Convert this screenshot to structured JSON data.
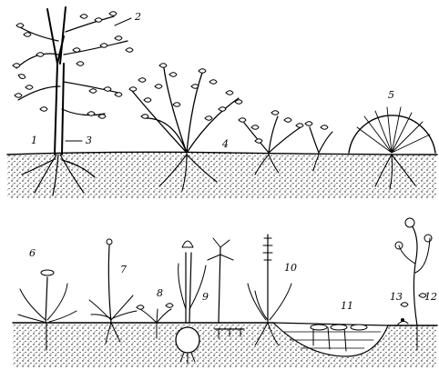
{
  "figure": {
    "labels": {
      "tree": "1",
      "tree_leader": "2",
      "tree_trunk_leader": "3",
      "shrub": "4",
      "cushion_plant": "5",
      "rosette_herb": "6",
      "tall_herb": "7",
      "small_herb": "8",
      "rhizome_herb": "9",
      "spike_herb": "10",
      "water_plant": "11",
      "climbing_herb": "12",
      "creeping_plant": "13"
    }
  }
}
